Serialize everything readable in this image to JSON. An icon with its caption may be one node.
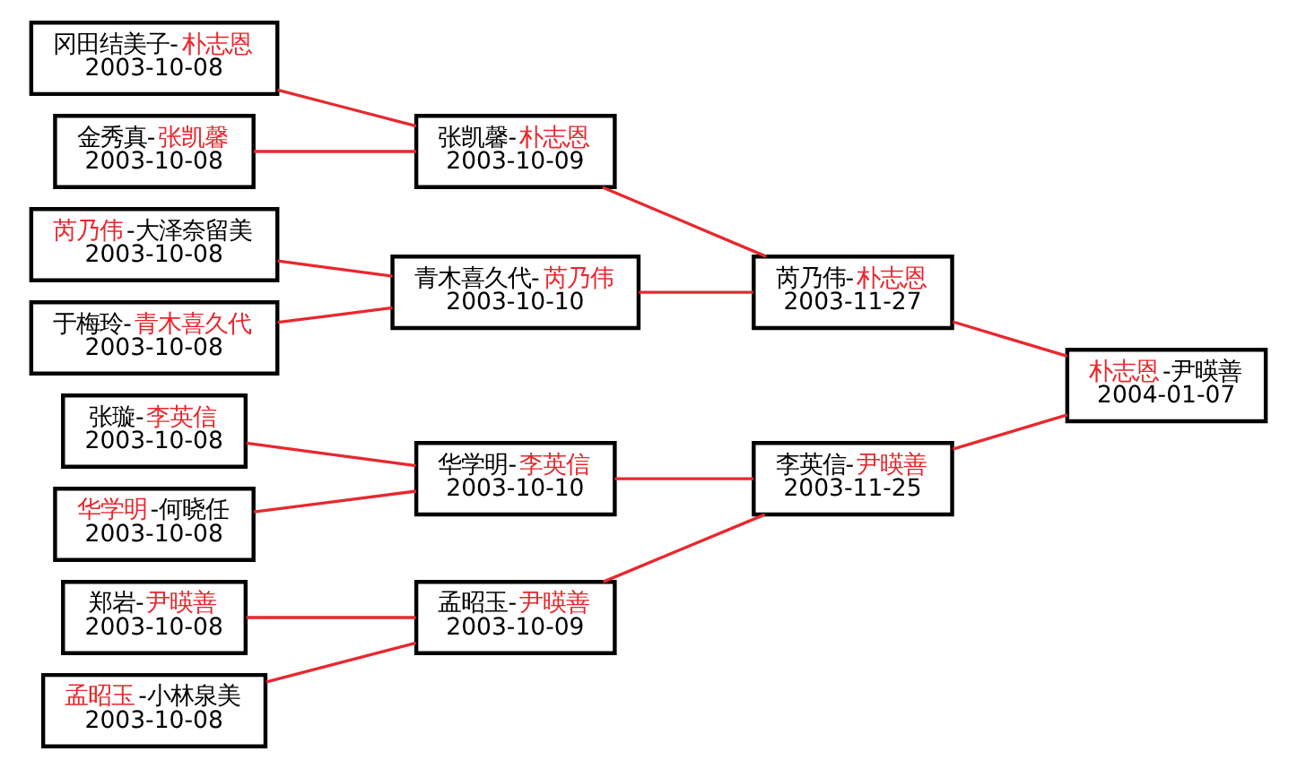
{
  "diagram": {
    "nodes": [
      {
        "text": [
          "冈田结美子-朴志恩",
          "2003-10-08"
        ]
      },
      {
        "text": [
          "金秀真-张凯馨",
          "2003-10-08"
        ]
      },
      {
        "text": [
          "芮乃伟-大泽奈留美",
          "2003-10-08"
        ]
      },
      {
        "text": [
          "于梅玲-青木喜久代",
          "2003-10-08"
        ]
      },
      {
        "text": [
          "郑岩-尹暎善",
          "2003-10-08"
        ]
      },
      {
        "text": [
          "孟昭玉-小林泉美",
          "2003-10-08"
        ]
      },
      {
        "text": [
          "张璇-李英信",
          "2003-10-08"
        ]
      },
      {
        "text": [
          "华学明-何晓任",
          "2003-10-08"
        ]
      },
      {
        "text": [
          "张凯馨-朴志恩",
          "2003-10-09"
        ]
      },
      {
        "text": [
          "青木喜久代-芮乃伟",
          "2003-10-10"
        ]
      },
      {
        "text": [
          "孟昭玉-尹暎善",
          "2003-10-09"
        ]
      },
      {
        "text": [
          "华学明-李英信",
          "2003-10-10"
        ]
      },
      {
        "text": [
          "芮乃伟-朴志恩",
          "2003-11-27"
        ]
      },
      {
        "text": [
          "李英信-尹暎善",
          "2003-11-25"
        ]
      },
      {
        "text": [
          "朴志恩-尹暎善",
          "2004-01-07"
        ]
      }
    ],
    "edges": [
      {
        "from": 0,
        "to": 8,
        "arrow": "none"
      },
      {
        "from": 1,
        "to": 8,
        "arrow": "none"
      },
      {
        "from": 2,
        "to": 9,
        "arrow": "none"
      },
      {
        "from": 3,
        "to": 9,
        "arrow": "none"
      },
      {
        "from": 4,
        "to": 10,
        "arrow": "none"
      },
      {
        "from": 5,
        "to": 10,
        "arrow": "none"
      },
      {
        "from": 6,
        "to": 11,
        "arrow": "none"
      },
      {
        "from": 7,
        "to": 11,
        "arrow": "none"
      },
      {
        "from": 8,
        "to": 12,
        "arrow": "none"
      },
      {
        "from": 9,
        "to": 12,
        "arrow": "none"
      },
      {
        "from": 10,
        "to": 13,
        "arrow": "none"
      },
      {
        "from": 11,
        "to": 13,
        "arrow": "none"
      },
      {
        "from": 12,
        "to": 14,
        "arrow": "none"
      },
      {
        "from": 13,
        "to": 14,
        "arrow": "none"
      }
    ]
  }
}
